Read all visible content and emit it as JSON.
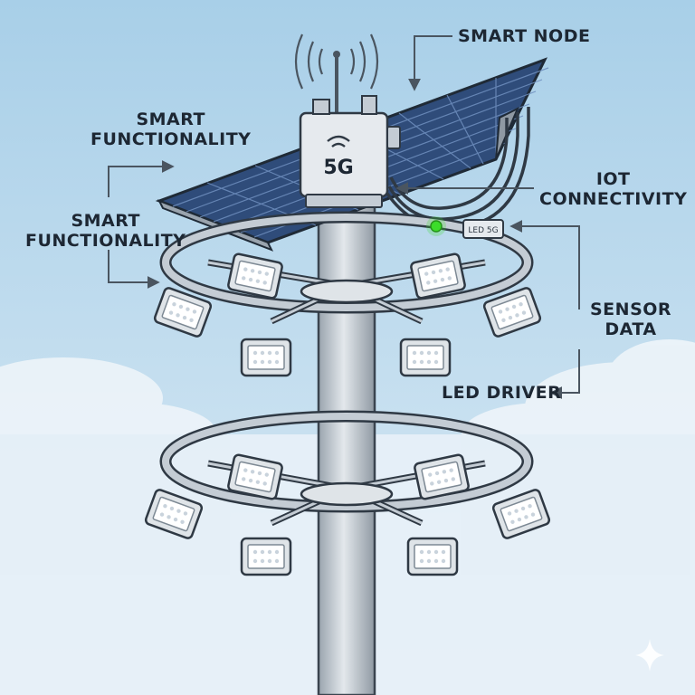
{
  "labels": {
    "smart_node": "SMART NODE",
    "smart_functionality_top": [
      "SMART",
      "FUNCTIONALITY"
    ],
    "smart_functionality_mid": [
      "SMART",
      "FUNCTIONALITY"
    ],
    "iot_connectivity": [
      "IOT",
      "CONNECTIVITY"
    ],
    "sensor_data": [
      "SENSOR",
      "DATA"
    ],
    "led_driver": "LED DRIVER"
  },
  "node_badge": "5G",
  "driver_badge": "LED 5G",
  "colors": {
    "sky_top": "#a8cfe8",
    "sky_bottom": "#dcebf5",
    "steel": "#c4ccd4",
    "steel_dark": "#4a5560",
    "solar_cell": "#2f4c7a",
    "led_light": "#ffffff",
    "status_led": "#3ddc2a",
    "text": "#1d2733"
  }
}
